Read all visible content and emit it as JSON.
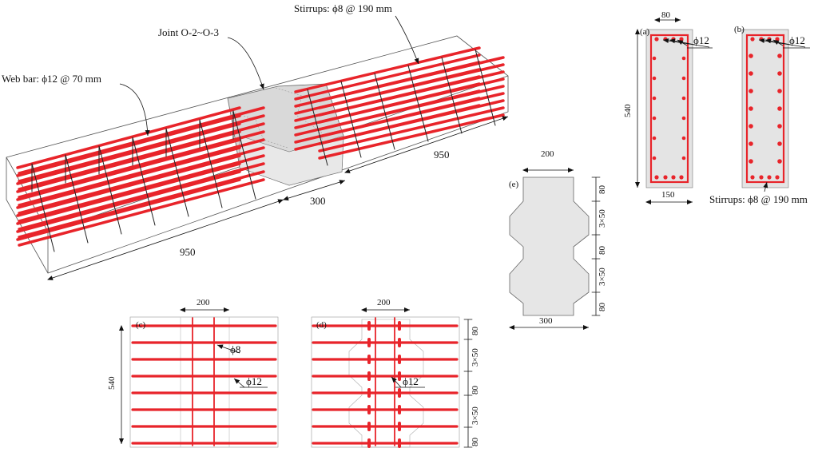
{
  "colors": {
    "rebar": "#e8242a",
    "concrete": "#e4e4e4",
    "ink": "#111111"
  },
  "overview": {
    "web_bar_label": "Web bar: ϕ12 @ 70 mm",
    "joint_label": "Joint O-2~O-3",
    "stirrups_label": "Stirrups: ϕ8 @ 190 mm",
    "dim_left_length": "950",
    "dim_joint_length": "300",
    "dim_right_length": "950"
  },
  "section_a": {
    "tag": "(a)",
    "top_width": "80",
    "height": "540",
    "bottom_width": "150",
    "bar_label": "ϕ12"
  },
  "section_b": {
    "tag": "(b)",
    "bar_label": "ϕ12",
    "stirrups_label": "Stirrups: ϕ8 @ 190 mm"
  },
  "section_e": {
    "tag": "(e)",
    "top_width": "200",
    "bottom_width": "300",
    "dims": [
      "80",
      "3×50",
      "80",
      "3×50",
      "80"
    ]
  },
  "section_c": {
    "tag": "(c)",
    "top_width": "200",
    "height": "540",
    "stirrup_label": "ϕ8",
    "bar_label": "ϕ12"
  },
  "section_d": {
    "tag": "(d)",
    "top_width": "200",
    "bar_label": "ϕ12",
    "dims": [
      "80",
      "3×50",
      "80",
      "3×50",
      "80"
    ]
  }
}
